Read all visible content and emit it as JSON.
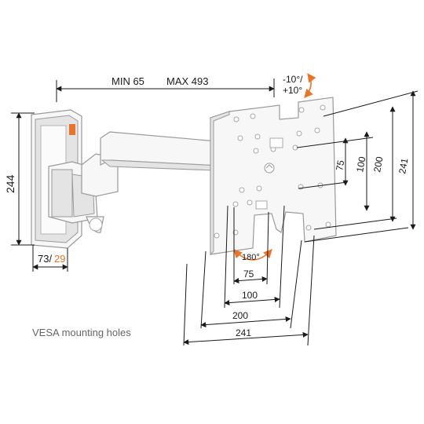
{
  "dimensions": {
    "min_label": "MIN 65",
    "max_label": "MAX 493",
    "tilt_top": "-10°/",
    "tilt_bottom": "+10°",
    "height": "244",
    "depth_a": "73/",
    "depth_b": "29",
    "rotation": "180°",
    "vesa_diag_75": "75",
    "vesa_diag_100": "100",
    "vesa_diag_200": "200",
    "vesa_diag_241": "241",
    "vesa_h_75": "75",
    "vesa_h_100": "100",
    "vesa_h_200": "200",
    "vesa_h_241": "241"
  },
  "caption": "VESA mounting holes",
  "colors": {
    "accent_orange": "#e8742a",
    "line": "#1a1a1a",
    "caption_gray": "#666666"
  }
}
